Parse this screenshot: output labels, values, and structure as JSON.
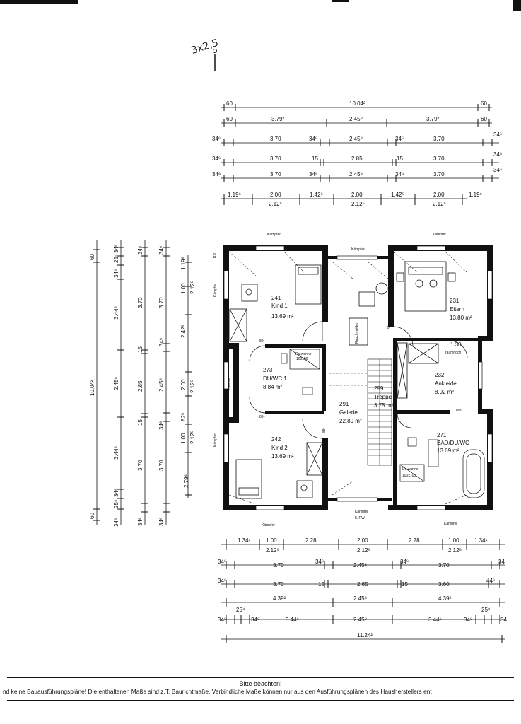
{
  "handwritten_note": "3x2,5",
  "dims_top": {
    "row1": [
      "60",
      "10.04²",
      "60"
    ],
    "row2": [
      "60",
      "3.79²",
      "2.45⁸",
      "3.79²",
      "60"
    ],
    "row3": [
      "34⁶",
      "3.70",
      "34⁶",
      "2.45⁸",
      "34⁶",
      "3.70",
      "34⁶"
    ],
    "row4": [
      "34⁶",
      "3.70",
      "15",
      "2.85",
      "15",
      "3.70",
      "34⁶"
    ],
    "row5": [
      "34⁶",
      "3.70",
      "34⁶",
      "2.45⁸",
      "34⁴",
      "3.70",
      "34⁶"
    ],
    "row6": [
      "1.19⁶",
      "2.00",
      "1.42⁵",
      "2.00",
      "1.42⁵",
      "2.00",
      "1.19⁶"
    ],
    "row6b": [
      "2.12⁵",
      "2.12⁵",
      "2.12⁵"
    ]
  },
  "dims_left": {
    "col1": [
      "60",
      "10.04²",
      "60"
    ],
    "col2": [
      "34⁶",
      "25⁴",
      "34⁶",
      "3.44⁶",
      "2.45⁸",
      "3.44⁶",
      "34⁶",
      "25⁴",
      "34⁶"
    ],
    "col3": [
      "34⁶",
      "3.70",
      "15",
      "2.85",
      "15",
      "3.70",
      "34⁶"
    ],
    "col4": [
      "34⁶",
      "3.70",
      "34⁶",
      "2.45⁸",
      "34⁶",
      "3.70",
      "34⁶"
    ],
    "col5": [
      "1.19⁶",
      "1.00",
      "2.12⁵",
      "2.42⁵",
      "2.00",
      "2.12⁵",
      "82⁵",
      "1.00",
      "2.12⁵",
      "2.79⁶"
    ]
  },
  "dims_bottom": {
    "row1": [
      "1.34¹",
      "1.00",
      "2.28",
      "2.00",
      "2.28",
      "1.00",
      "1.34¹"
    ],
    "row1b": [
      "2.12⁵",
      "2.12⁵",
      "2.12⁵"
    ],
    "row2": [
      "34⁶",
      "3.70",
      "34⁶",
      "2.45⁸",
      "34⁶",
      "3.70",
      "34"
    ],
    "row3": [
      "34⁶",
      "3.70",
      "15",
      "2.85",
      "15",
      "3.60",
      "44⁶"
    ],
    "row4": [
      "4.39²",
      "2.45⁸",
      "4.39²"
    ],
    "row5": [
      "34⁶",
      "25⁴",
      "34⁶",
      "3.44⁶",
      "2.45⁸",
      "3.44⁶",
      "34⁶",
      "25⁴",
      "34"
    ],
    "row6": [
      "11.24²"
    ]
  },
  "labels": {
    "kaempfer": "Kämpfer",
    "kaempfer_rw": "II. RW",
    "rr": "RR",
    "raumhoch": "raumhoch",
    "dim_130": "1.30",
    "sill_885": "88⁵",
    "sill_895": "89⁵",
    "duwanne_1": "Du.wanne",
    "duwanne_1_size": "100x80",
    "duwanne_2": "Du.wanne",
    "duwanne_2_size": "100x100",
    "rauchmelder": "Rauchmelder",
    "stair_299": "299"
  },
  "rooms": [
    {
      "number": "241",
      "name": "Kind 1",
      "area": "13.69 m²"
    },
    {
      "number": "231",
      "name": "Eltern",
      "area": "13.80 m²"
    },
    {
      "number": "273",
      "name": "DU/WC 1",
      "area": "8.84 m²"
    },
    {
      "number": "232",
      "name": "Ankleide",
      "area": "8.92 m²"
    },
    {
      "number": "291",
      "name": "Galerie",
      "area": "22.89 m²"
    },
    {
      "number": "299",
      "name": "Treppe",
      "area": "3.75 m²"
    },
    {
      "number": "242",
      "name": "Kind 2",
      "area": "13.69 m²"
    },
    {
      "number": "271",
      "name": "BAD/DU/WC",
      "area": "13.69 m²"
    }
  ],
  "notice": {
    "title": "Bitte beachten!",
    "text": "nd keine Bauausführungspläne! Die enthaltenen Maße sind z.T. Baurichtmaße. Verbindliche Maße können nur aus den Ausführungsplänen des Hausherstellers ent"
  }
}
